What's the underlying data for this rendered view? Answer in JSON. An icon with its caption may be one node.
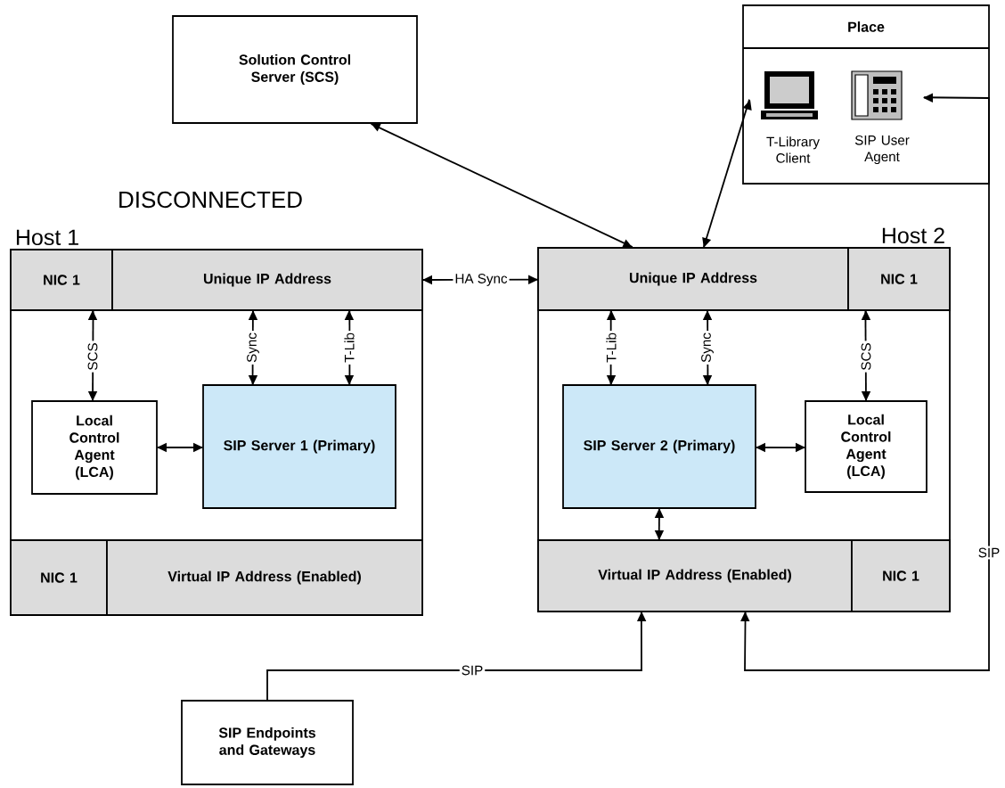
{
  "diagram": {
    "nodes": [
      {
        "text": [
          "Solution Control Server (SCS)"
        ]
      },
      {
        "text": [
          "Place"
        ]
      },
      {
        "text": [
          "T-Library Client"
        ],
        "in": 1
      },
      {
        "text": [
          "SIP User Agent"
        ],
        "in": 1
      },
      {
        "text": [
          "Host 1"
        ]
      },
      {
        "text": [
          "NIC 1"
        ],
        "in": 4
      },
      {
        "text": [
          "Unique IP Address"
        ],
        "in": 4
      },
      {
        "text": [
          "Local Control Agent (LCA)"
        ],
        "in": 4
      },
      {
        "text": [
          "SIP Server 1 (Primary)"
        ],
        "in": 4
      },
      {
        "text": [
          "NIC 1"
        ],
        "in": 4
      },
      {
        "text": [
          "Virtual IP Address (Enabled)"
        ],
        "in": 4
      },
      {
        "text": [
          "Host 2"
        ]
      },
      {
        "text": [
          "Unique IP Address"
        ],
        "in": 11
      },
      {
        "text": [
          "NIC 1"
        ],
        "in": 11
      },
      {
        "text": [
          "SIP Server 2 (Primary)"
        ],
        "in": 11
      },
      {
        "text": [
          "Local Control Agent (LCA)"
        ],
        "in": 11
      },
      {
        "text": [
          "Virtual IP Address (Enabled)"
        ],
        "in": 11
      },
      {
        "text": [
          "NIC 1"
        ],
        "in": 11
      },
      {
        "text": [
          "SIP Endpoints and Gateways"
        ]
      }
    ],
    "edges": [
      {
        "from": 0,
        "to": 12,
        "arrow": "both"
      },
      {
        "from": 2,
        "to": 12,
        "arrow": "both"
      },
      {
        "from": 6,
        "to": 12,
        "arrow": "both",
        "label": "HA Sync"
      },
      {
        "from": 5,
        "to": 7,
        "arrow": "both",
        "label": "SCS"
      },
      {
        "from": 6,
        "to": 8,
        "arrow": "both",
        "label": "Sync"
      },
      {
        "from": 6,
        "to": 8,
        "arrow": "both",
        "label": "T-Lib"
      },
      {
        "from": 7,
        "to": 8,
        "arrow": "both"
      },
      {
        "from": 12,
        "to": 14,
        "arrow": "both",
        "label": "T-Lib"
      },
      {
        "from": 12,
        "to": 14,
        "arrow": "both",
        "label": "Sync"
      },
      {
        "from": 13,
        "to": 15,
        "arrow": "both",
        "label": "SCS"
      },
      {
        "from": 14,
        "to": 15,
        "arrow": "both"
      },
      {
        "from": 14,
        "to": 16,
        "arrow": "both"
      },
      {
        "from": 18,
        "to": 16,
        "arrow": "to",
        "label": "SIP"
      },
      {
        "from": 3,
        "to": 16,
        "arrow": "both",
        "label": "SIP"
      }
    ],
    "labels": [
      "DISCONNECTED"
    ]
  }
}
